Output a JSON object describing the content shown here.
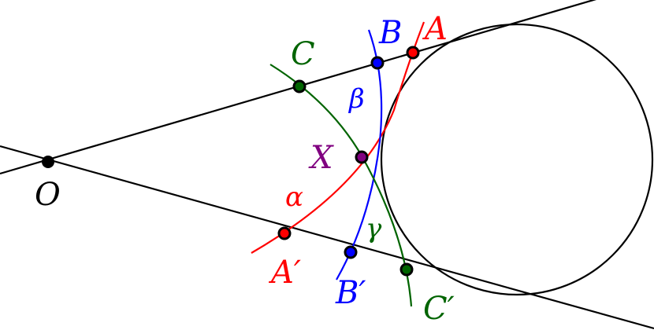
{
  "labels": {
    "O": "O",
    "A": "A",
    "B": "B",
    "C": "C",
    "A_prime": "A′",
    "B_prime": "B′",
    "C_prime": "C′",
    "X": "X",
    "alpha": "α",
    "beta": "β",
    "gamma": "γ"
  },
  "colors": {
    "line": "#000000",
    "circle": "#000000",
    "alpha": "#ff0000",
    "beta": "#0000ff",
    "gamma": "#006400",
    "X": "#800080"
  }
}
